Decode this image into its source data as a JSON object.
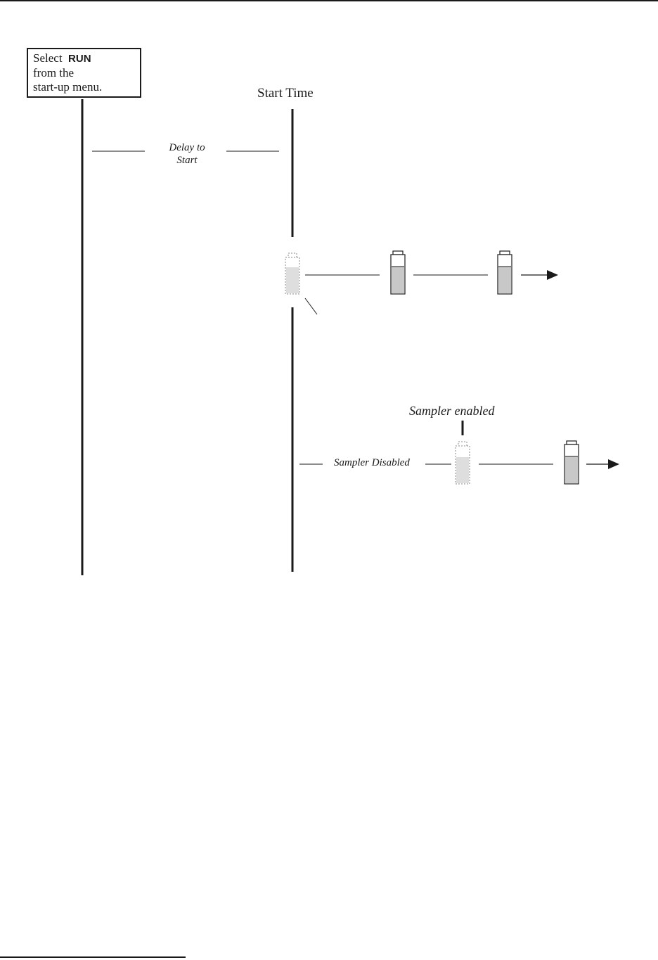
{
  "menu_box": {
    "line1_prefix": "Select",
    "run_label": "RUN",
    "line2": "from the",
    "line3": "start-up menu."
  },
  "start_time_label": "Start Time",
  "delay_label": {
    "line1": "Delay to",
    "line2": "Start"
  },
  "sampler_enabled_label": "Sampler enabled",
  "sampler_disabled_label": "Sampler Disabled",
  "colors": {
    "ink": "#1a1a1a",
    "sample_fill": "#c8c8c8",
    "ghost_fill": "#dedede",
    "ghost_stroke": "#888888"
  }
}
